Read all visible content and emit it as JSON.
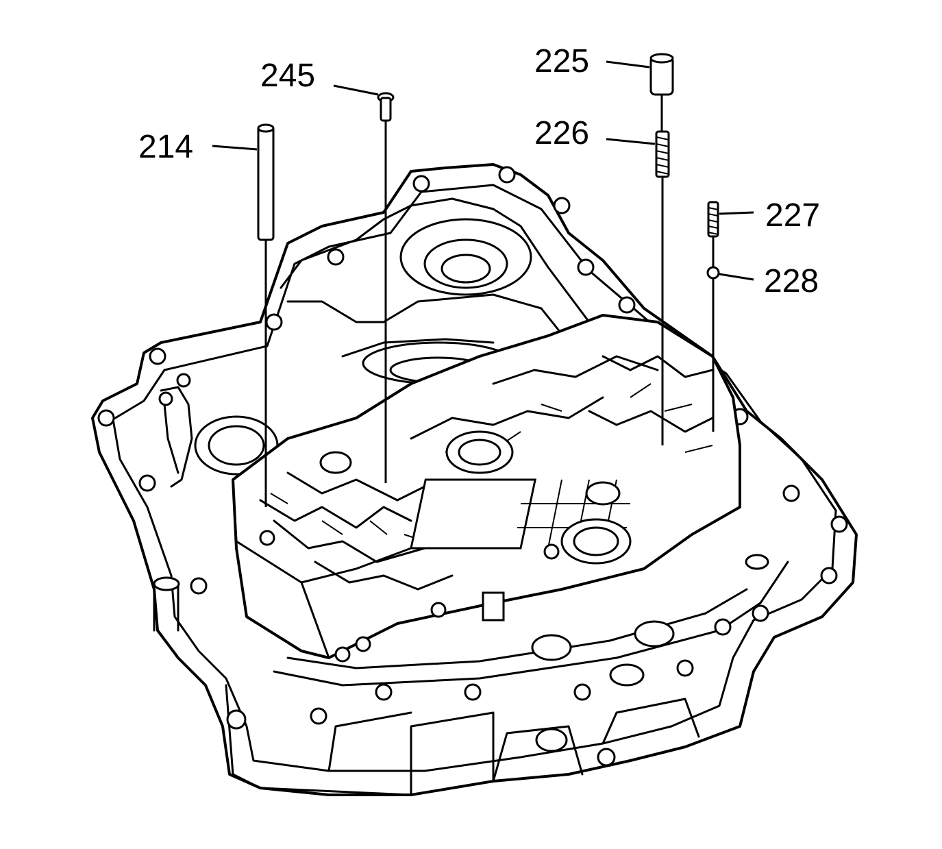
{
  "callouts": [
    {
      "id": "214",
      "label": "214"
    },
    {
      "id": "245",
      "label": "245"
    },
    {
      "id": "225",
      "label": "225"
    },
    {
      "id": "226",
      "label": "226"
    },
    {
      "id": "227",
      "label": "227"
    },
    {
      "id": "228",
      "label": "228"
    }
  ],
  "colors": {
    "ink": "#000000",
    "paper": "#ffffff"
  }
}
